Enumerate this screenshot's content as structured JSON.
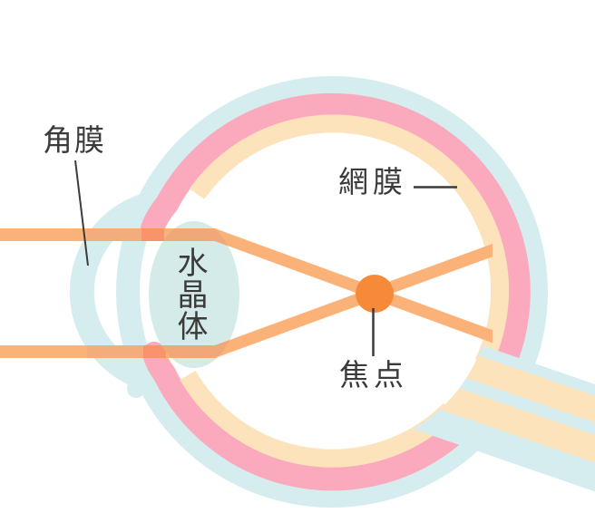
{
  "diagram": {
    "subject": "eye-cross-section",
    "labels": {
      "cornea": "角膜",
      "lens": "水晶体",
      "retina": "網膜",
      "focus": "焦点"
    },
    "colors": {
      "sclera_blue": "#D6EDF0",
      "choroid_pink": "#FBAABD",
      "retina_cream": "#FCE3BC",
      "lens_blue": "#D5EBE9",
      "light_ray_orange": "#FBB279",
      "ray_over_blue": "#F3AC7B",
      "ray_over_pink": "#F8936C",
      "ray_over_lens": "#F0A878",
      "focal_point_orange": "#F78A38",
      "label_text": "#3B3B3B",
      "background": "#FFFFFF"
    }
  }
}
